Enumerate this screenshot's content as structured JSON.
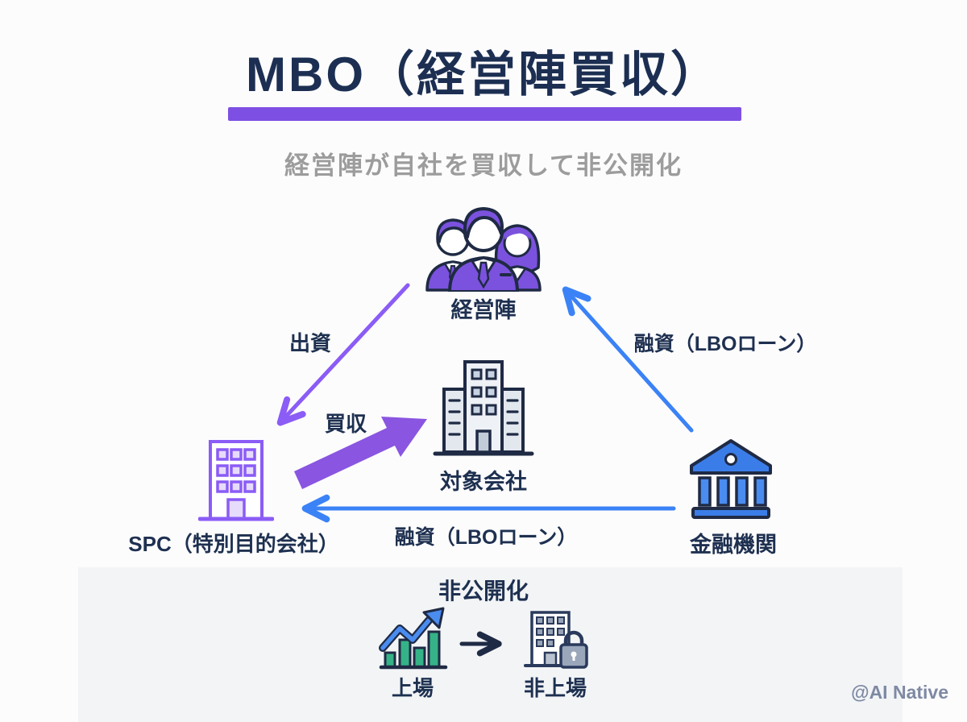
{
  "page": {
    "title": "MBO（経営陣買収）",
    "subtitle": "経営陣が自社を買収して非公開化",
    "watermark": "@AI Native"
  },
  "colors": {
    "navy": "#1E3050",
    "purple": "#7E4FE3",
    "purple_arrow": "#8B5CF6",
    "blue": "#3B82F6",
    "bank_blue": "#3B7DE8",
    "green": "#35B287",
    "subtitle_gray": "#9C9C9C",
    "panel_bg": "#F2F4F6"
  },
  "diagram": {
    "nodes": [
      {
        "id": "management",
        "label": "経営陣",
        "icon": "people-icon"
      },
      {
        "id": "target",
        "label": "対象会社",
        "icon": "office-building-icon"
      },
      {
        "id": "spc",
        "label": "SPC（特別目的会社）",
        "icon": "spc-building-icon"
      },
      {
        "id": "bank",
        "label": "金融機関",
        "icon": "bank-icon"
      }
    ],
    "edges": [
      {
        "from": "management",
        "to": "spc",
        "label": "出資",
        "color": "#8B5CF6",
        "style": "thin"
      },
      {
        "from": "spc",
        "to": "target",
        "label": "買収",
        "color": "#8A55E0",
        "style": "thick"
      },
      {
        "from": "bank",
        "to": "management",
        "label": "融資（LBOローン）",
        "color": "#3B82F6",
        "style": "thin"
      },
      {
        "from": "bank",
        "to": "spc",
        "label": "融資（LBOローン）",
        "color": "#3B82F6",
        "style": "thin"
      }
    ]
  },
  "bottom_panel": {
    "title": "非公開化",
    "before": {
      "label": "上場",
      "icon": "stock-chart-icon"
    },
    "after": {
      "label": "非上場",
      "icon": "locked-building-icon"
    },
    "transition_icon": "right-arrow-icon"
  }
}
